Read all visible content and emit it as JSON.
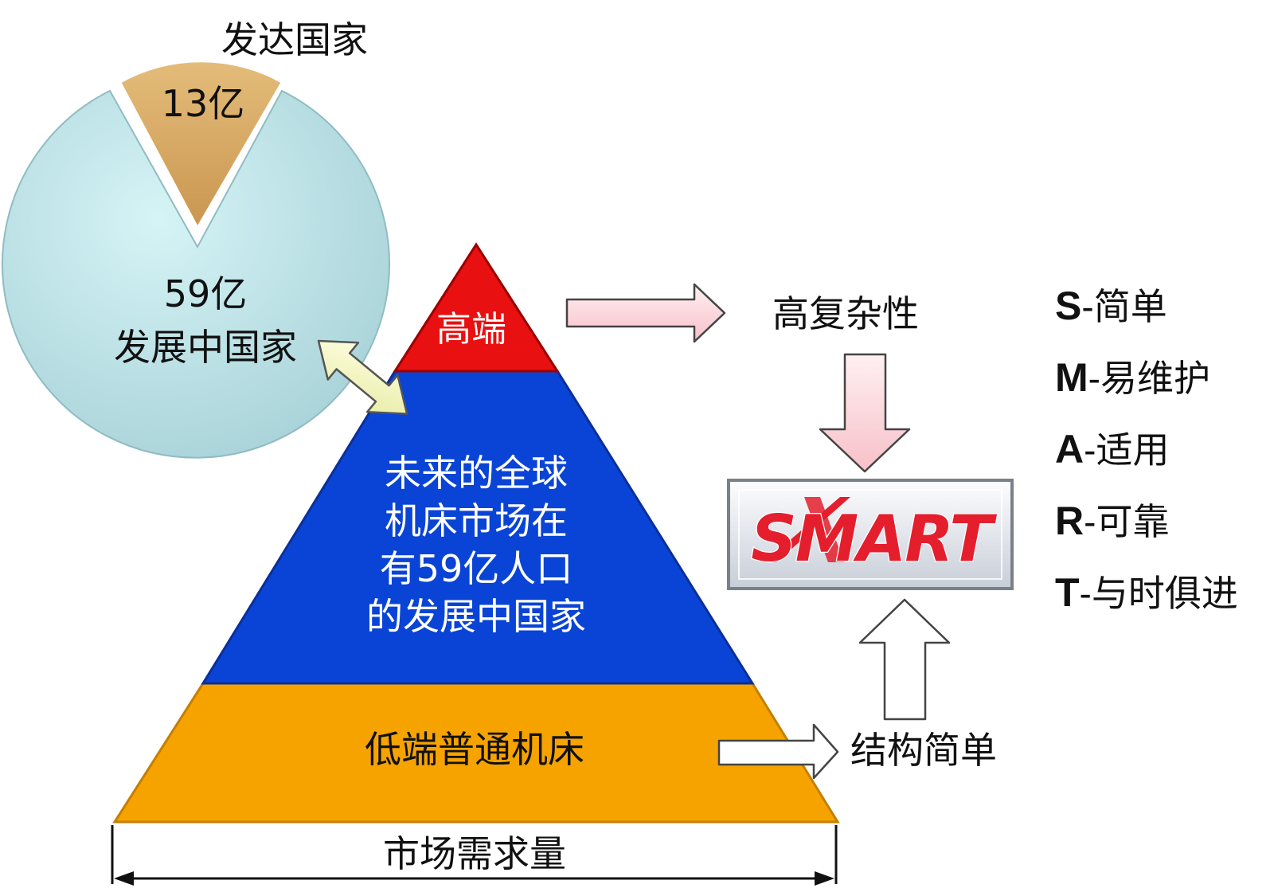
{
  "pie": {
    "developed_label": "发达国家",
    "developed_value": "13亿",
    "developing_value": "59亿",
    "developing_label": "发展中国家",
    "colors": {
      "developed": "#d8aa63",
      "developing": "#b9e3e8"
    }
  },
  "pyramid": {
    "top_label": "高端",
    "middle_lines": [
      "未来的全球",
      "机床市场在",
      "有59亿人口",
      "的发展中国家"
    ],
    "bottom_label": "低端普通机床",
    "colors": {
      "top": "#e81010",
      "middle": "#0a44d6",
      "bottom": "#f6a300"
    }
  },
  "market_label": "市场需求量",
  "high_complexity": "高复杂性",
  "simple_structure": "结构简单",
  "logo": {
    "text": "SMART",
    "colors": {
      "text": "#e41e2d",
      "panel": "#eaeef4"
    }
  },
  "smart_items": [
    {
      "letter": "S",
      "text": "简单"
    },
    {
      "letter": "M",
      "text": "易维护"
    },
    {
      "letter": "A",
      "text": "适用"
    },
    {
      "letter": "R",
      "text": "可靠"
    },
    {
      "letter": "T",
      "text": "与时俱进"
    }
  ]
}
